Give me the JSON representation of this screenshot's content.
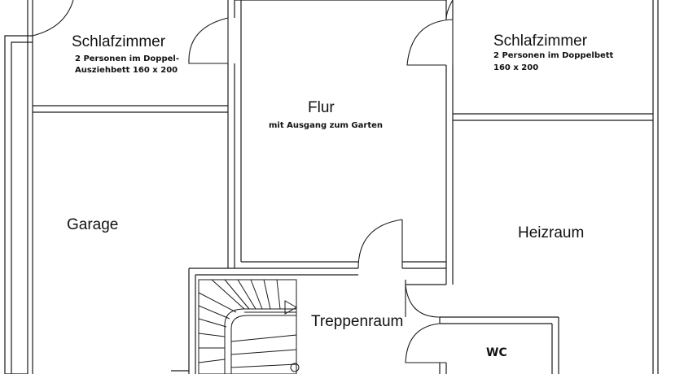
{
  "rooms": {
    "bedroom_left": {
      "name": "Schlafzimmer",
      "note_line1": "2 Personen im Doppel-",
      "note_line2": "Ausziehbett 160 x 200"
    },
    "bedroom_right": {
      "name": "Schlafzimmer",
      "note_line1": "2 Personen im Doppelbett",
      "note_line2": "160 x 200"
    },
    "hallway": {
      "name": "Flur",
      "note": "mit Ausgang zum Garten"
    },
    "garage": {
      "name": "Garage"
    },
    "boiler_room": {
      "name": "Heizraum"
    },
    "stairwell": {
      "name": "Treppenraum"
    },
    "toilet": {
      "name": "WC"
    }
  }
}
